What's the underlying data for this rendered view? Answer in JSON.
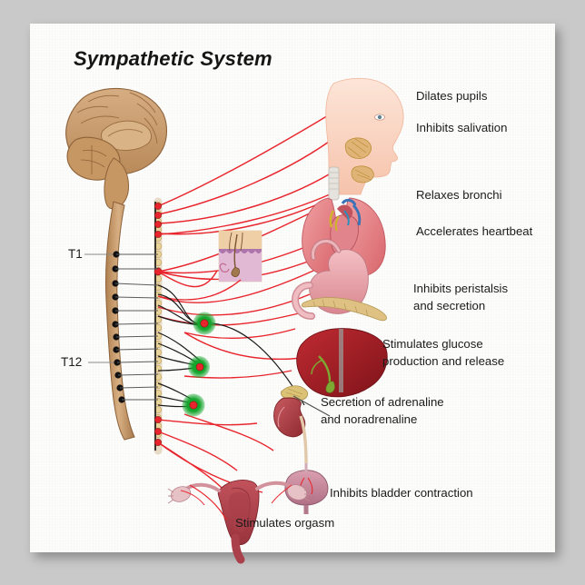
{
  "poster": {
    "title": "Sympathetic System",
    "background_color": "#c9c9c9",
    "sheet_color": "#fdfdfc"
  },
  "spinal_segments": [
    {
      "id": "t1",
      "label": "T1"
    },
    {
      "id": "t12",
      "label": "T12"
    }
  ],
  "organ_labels": [
    {
      "id": "pupils",
      "text": "Dilates pupils"
    },
    {
      "id": "salivation",
      "text": "Inhibits salivation"
    },
    {
      "id": "bronchi",
      "text": "Relaxes bronchi"
    },
    {
      "id": "heartbeat",
      "text": "Accelerates heartbeat"
    },
    {
      "id": "peristalsis",
      "text": "Inhibits peristalsis\nand secretion"
    },
    {
      "id": "glucose",
      "text": "Stimulates glucose\nproduction and release"
    },
    {
      "id": "adrenaline",
      "text": "Secretion of adrenaline\nand noradrenaline"
    },
    {
      "id": "bladder",
      "text": "Inhibits bladder contraction"
    },
    {
      "id": "orgasm",
      "text": "Stimulates orgasm"
    }
  ],
  "anatomy": {
    "brain": {
      "name": "brain-sagittal-section",
      "color": "#c89a6a"
    },
    "spinal_cord": {
      "name": "spinal-cord",
      "color": "#c69c6d"
    },
    "sympathetic_chain": {
      "name": "sympathetic-chain",
      "color": "#cda250"
    },
    "ganglia": {
      "name": "prevertebral-ganglia",
      "color": "#12a028"
    },
    "head": {
      "name": "head-profile",
      "color": "#fbd9c8"
    },
    "lungs": {
      "name": "lungs",
      "color": "#e8868a"
    },
    "heart": {
      "name": "heart",
      "color": "#d4676f"
    },
    "stomach": {
      "name": "stomach",
      "color": "#e8a0a6"
    },
    "pancreas": {
      "name": "pancreas",
      "color": "#d9b978"
    },
    "liver": {
      "name": "liver",
      "color": "#a8202a"
    },
    "kidney": {
      "name": "kidney-adrenal",
      "color": "#b34b52"
    },
    "bladder": {
      "name": "bladder",
      "color": "#c4889a"
    },
    "uterus": {
      "name": "uterus-ovaries",
      "color": "#b5454f"
    },
    "skin": {
      "name": "skin-hair-follicle-inset",
      "color": "#e7c9a0"
    },
    "nerve_color": "#e8252c",
    "preganglionic_color": "#1a1a1a"
  }
}
